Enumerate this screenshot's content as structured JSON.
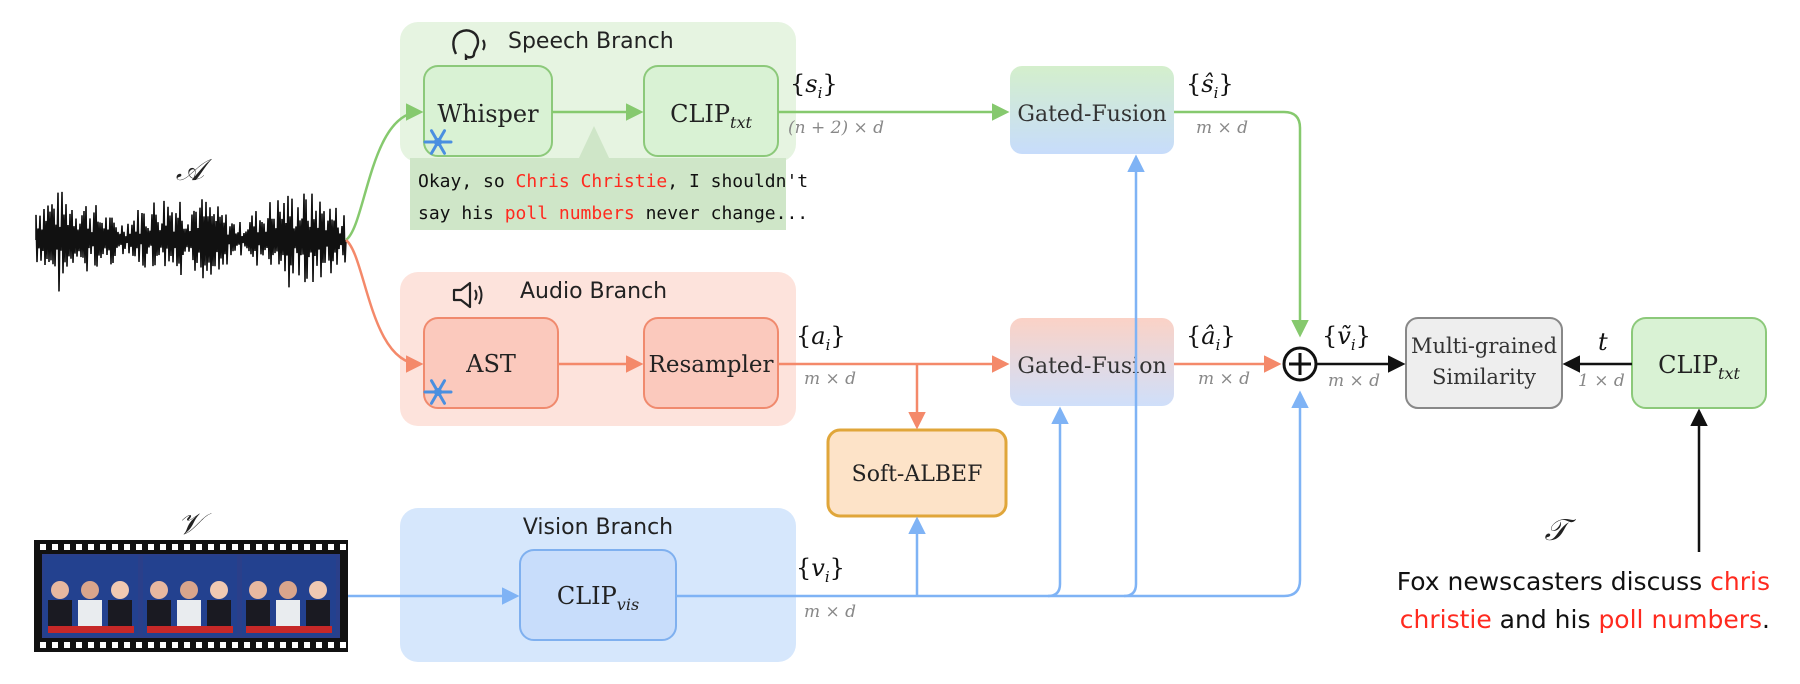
{
  "symbols": {
    "audio_input": "𝒜",
    "video_input": "𝒱",
    "text_input": "𝒯"
  },
  "branches": {
    "speech": {
      "title": "Speech Branch",
      "icon": "speaking-head-icon"
    },
    "audio": {
      "title": "Audio Branch",
      "icon": "speaker-icon"
    },
    "vision": {
      "title": "Vision Branch"
    }
  },
  "modules": {
    "whisper": "Whisper",
    "clip_txt_speech": {
      "base": "CLIP",
      "sub": "txt"
    },
    "gated_fusion_speech": "Gated-Fusion",
    "ast": "AST",
    "resampler": "Resampler",
    "gated_fusion_audio": "Gated-Fusion",
    "soft_albef": "Soft-ALBEF",
    "clip_vis": {
      "base": "CLIP",
      "sub": "vis"
    },
    "multi_grained": {
      "line1": "Multi-grained",
      "line2": "Similarity"
    },
    "clip_txt_text": {
      "base": "CLIP",
      "sub": "txt"
    },
    "frozen_icon": "snowflake-icon"
  },
  "transcript": {
    "line1_a": "Okay, so ",
    "line1_hl": "Chris Christie",
    "line1_b": ", I shouldn't",
    "line2_a": "say his ",
    "line2_hl": "poll numbers",
    "line2_b": " never change..."
  },
  "caption": {
    "line1_a": "Fox newscasters discuss ",
    "line1_hl": "chris",
    "line2_hl1": "christie",
    "line2_b": " and his ",
    "line2_hl2": "poll numbers",
    "line2_c": "."
  },
  "features": {
    "s": {
      "open": "{",
      "var": "s",
      "sub": "i",
      "close": "}",
      "dim": "(n + 2) × d"
    },
    "s_hat": {
      "open": "{",
      "var": "ŝ",
      "sub": "i",
      "close": "}",
      "dim": "m × d"
    },
    "a": {
      "open": "{",
      "var": "a",
      "sub": "i",
      "close": "}",
      "dim": "m × d"
    },
    "a_hat": {
      "open": "{",
      "var": "â",
      "sub": "i",
      "close": "}",
      "dim": "m × d"
    },
    "v": {
      "open": "{",
      "var": "v",
      "sub": "i",
      "close": "}",
      "dim": "m × d"
    },
    "v_tilde": {
      "open": "{",
      "var": "ṽ",
      "sub": "i",
      "close": "}",
      "dim": "m × d"
    },
    "t": {
      "var": "t",
      "dim": "1 × d"
    }
  },
  "colors": {
    "green_fill": "#d9f2d4",
    "green_stroke": "#8cc97a",
    "green_bg": "#e8f5e4",
    "red_fill": "#fbc9bd",
    "red_stroke": "#f08a6e",
    "red_bg": "#fde3dc",
    "blue_fill": "#c8ddfb",
    "blue_stroke": "#7fb0ef",
    "blue_bg": "#d6e7fc",
    "orange_fill": "#fde3c8",
    "orange_stroke": "#e0a63a",
    "gray_fill": "#eeeeee",
    "gray_stroke": "#888888",
    "highlight_red": "#ff2a1f",
    "green_arrow": "#86c96e",
    "red_arrow": "#f4896a",
    "blue_arrow": "#7fb3f5"
  }
}
